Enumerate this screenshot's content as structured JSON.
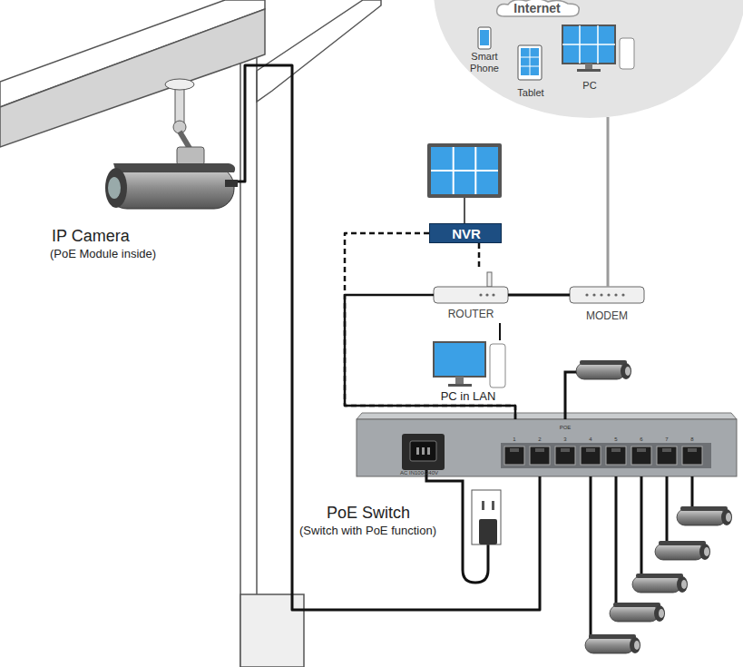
{
  "diagram": {
    "nodes": [
      {
        "text": [
          "Internet"
        ]
      },
      {
        "text": [
          "Smart Phone"
        ],
        "in": 0
      },
      {
        "text": [
          "Tablet"
        ],
        "in": 0
      },
      {
        "text": [
          "PC"
        ],
        "in": 0
      },
      {
        "text": [
          "NVR"
        ]
      },
      {
        "text": [
          "ROUTER"
        ]
      },
      {
        "text": [
          "MODEM"
        ]
      },
      {
        "text": [
          "PC in LAN"
        ]
      },
      {
        "text": [
          "PoE Switch",
          "(Switch with PoE function)"
        ]
      },
      {
        "text": [
          "IP Camera",
          "(PoE Module inside)"
        ]
      }
    ],
    "edges": [
      {
        "from": 6,
        "to": 0,
        "arrow": "none"
      },
      {
        "from": 5,
        "to": 6,
        "arrow": "none"
      },
      {
        "from": 5,
        "to": 7,
        "arrow": "none"
      },
      {
        "from": 4,
        "to": 5,
        "arrow": "none"
      },
      {
        "from": 4,
        "to": 8,
        "arrow": "none"
      },
      {
        "from": 5,
        "to": 8,
        "arrow": "none"
      },
      {
        "from": 9,
        "to": 8,
        "arrow": "none"
      }
    ],
    "labels": [
      "1",
      "2",
      "3",
      "4",
      "5",
      "6",
      "7",
      "8",
      "POE",
      "AC IN100-240V"
    ]
  }
}
